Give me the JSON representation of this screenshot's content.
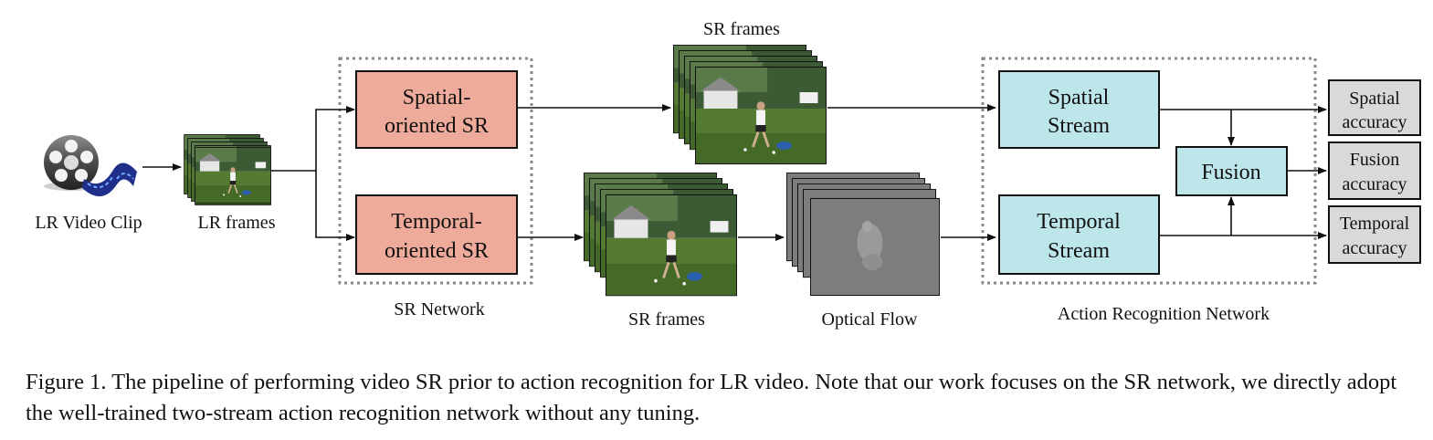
{
  "labels": {
    "lr_video_clip": "LR Video Clip",
    "lr_frames": "LR frames",
    "sr_frames_top": "SR frames",
    "sr_frames_bottom": "SR frames",
    "optical_flow": "Optical Flow",
    "sr_network": "SR Network",
    "action_recognition_network": "Action Recognition Network"
  },
  "boxes": {
    "spatial_sr": [
      "Spatial-",
      "oriented SR"
    ],
    "temporal_sr": [
      "Temporal-",
      "oriented SR"
    ],
    "spatial_stream": [
      "Spatial",
      "Stream"
    ],
    "temporal_stream": [
      "Temporal",
      "Stream"
    ],
    "fusion": [
      "Fusion"
    ],
    "spatial_accuracy": [
      "Spatial",
      "accuracy"
    ],
    "fusion_accuracy": [
      "Fusion",
      "accuracy"
    ],
    "temporal_accuracy": [
      "Temporal",
      "accuracy"
    ]
  },
  "caption": "Figure 1. The pipeline of performing video SR prior to action recognition for LR video. Note that our work focuses on the SR network, we directly adopt the well-trained two-stream action recognition network without any tuning.",
  "colors": {
    "sr_box": "#eeaa9a",
    "stream_box": "#bde6ea",
    "accuracy_box": "#d9d9d9",
    "optical_flow": "#7d7d7d",
    "dotted_border": "#8a8a8a"
  },
  "icons": {
    "video_clip": "film-reel-icon",
    "frames": "video-frame-thumbnail"
  }
}
